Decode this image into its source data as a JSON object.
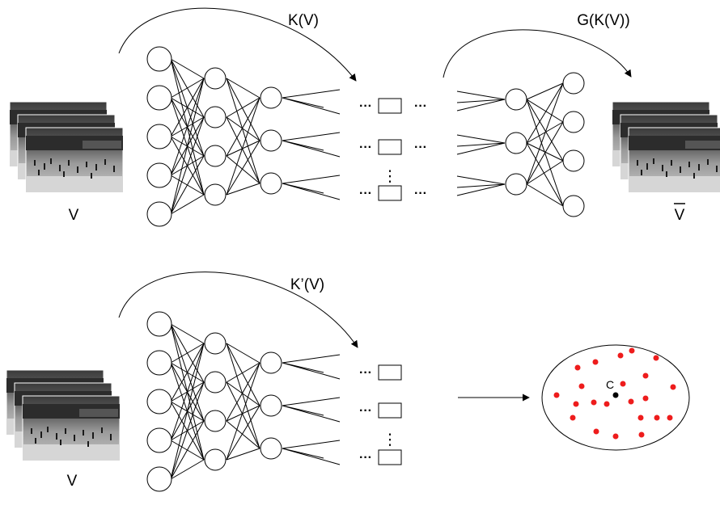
{
  "top_row": {
    "input_label": "V",
    "encoder_label": "K(V)",
    "decoder_label": "G(K(V))",
    "output_label": "V",
    "ellipsis": "···",
    "vertical_ellipsis": "⋮"
  },
  "bottom_row": {
    "input_label": "V",
    "encoder_label": "K’(V)",
    "ellipsis": "···",
    "vertical_ellipsis": "⋮",
    "center_label": "C"
  },
  "colors": {
    "stroke": "#000000",
    "points": "#ee1c1c",
    "center": "#000000",
    "frame_dark": "#4a4a4a",
    "frame_light": "#bdbdbd"
  },
  "icons": {
    "video_frames": "video-frame-stack-icon"
  }
}
